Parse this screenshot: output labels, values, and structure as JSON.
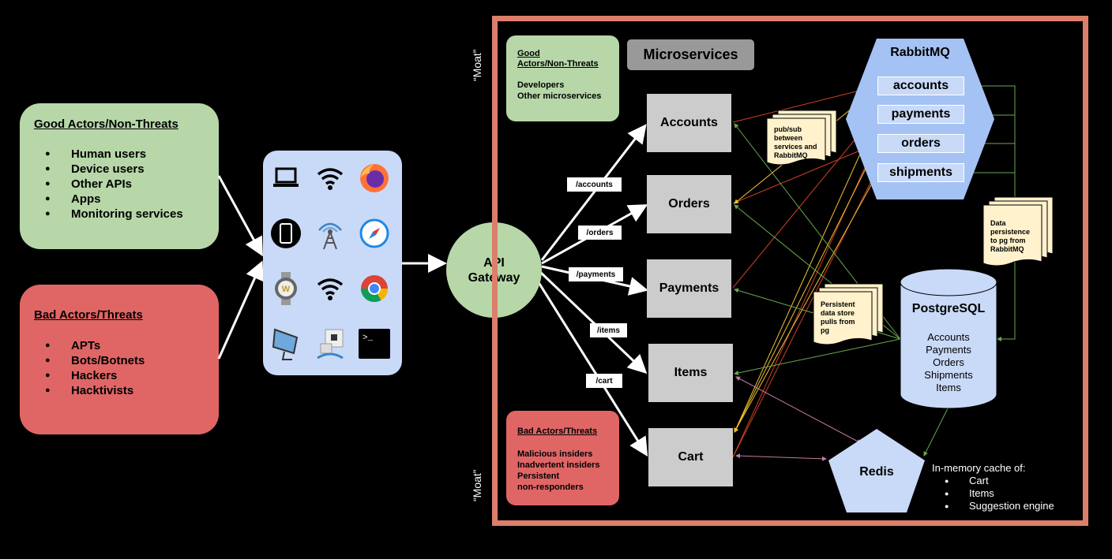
{
  "good_actors": {
    "title": "Good Actors/Non-Threats",
    "items": [
      "Human users",
      "Device users",
      "Other APIs",
      "Apps",
      "Monitoring services"
    ]
  },
  "bad_actors": {
    "title": "Bad Actors/Threats",
    "items": [
      "APTs",
      "Bots/Botnets",
      "Hackers",
      "Hacktivists"
    ]
  },
  "devices": {
    "icons": [
      "laptop-icon",
      "wifi-icon",
      "firefox-icon",
      "smartphone-icon",
      "antenna-icon",
      "safari-icon",
      "smartwatch-icon",
      "wifi-icon",
      "chrome-icon",
      "desktop-icon",
      "ethernet-icon",
      "terminal-icon"
    ],
    "terminal_prompt": ">_"
  },
  "gateway": {
    "line1": "API",
    "line2": "Gateway"
  },
  "moat": {
    "label": "“Moat”"
  },
  "inner_good": {
    "title_line1": "Good",
    "title_line2": "Actors/Non-Threats",
    "items": [
      "Developers",
      "Other microservices"
    ]
  },
  "inner_bad": {
    "title": "Bad Actors/Threats",
    "items": [
      "Malicious insiders",
      "Inadvertent insiders",
      "Persistent",
      "non-responders"
    ]
  },
  "microservices": {
    "header": "Microservices",
    "services": [
      "Accounts",
      "Orders",
      "Payments",
      "Items",
      "Cart"
    ]
  },
  "routes": [
    "/accounts",
    "/orders",
    "/payments",
    "/items",
    "/cart"
  ],
  "rabbitmq": {
    "title": "RabbitMQ",
    "queues": [
      "accounts",
      "payments",
      "orders",
      "shipments"
    ]
  },
  "notes": {
    "pubsub": [
      "pub/sub",
      "between",
      "services and",
      "RabbitMQ"
    ],
    "persistence": [
      "Data",
      "persistence",
      "to pg from",
      "RabbitMQ"
    ],
    "pulls": [
      "Persistent",
      "data store",
      "pulls from",
      "pg"
    ]
  },
  "postgres": {
    "title": "PostgreSQL",
    "tables": [
      "Accounts",
      "Payments",
      "Orders",
      "Shipments",
      "Items"
    ]
  },
  "redis": {
    "title": "Redis",
    "legend_title": "In-memory cache of:",
    "items": [
      "Cart",
      "Items",
      "Suggestion engine"
    ]
  },
  "colors": {
    "background": "#000000",
    "good": "#b7d7a8",
    "bad": "#e06666",
    "device_panel": "#c9daf8",
    "moat": "#dd7e6b",
    "service": "#cccccc",
    "note": "#fff2cc",
    "line_red": "#cc4125",
    "line_yellow": "#f1c232",
    "line_green": "#6aa84f",
    "line_pink": "#c27ba0"
  }
}
